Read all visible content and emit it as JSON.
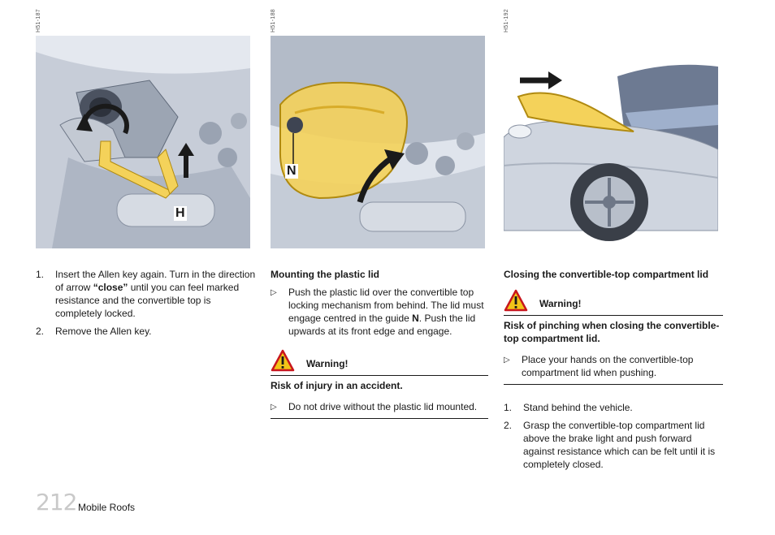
{
  "figures": [
    {
      "code": "H51-187",
      "label": "H"
    },
    {
      "code": "H51-188",
      "label": "N"
    },
    {
      "code": "H51-192"
    }
  ],
  "col1": {
    "steps": [
      {
        "num": "1.",
        "text_a": "Insert the Allen key again. Turn in the direction of arrow ",
        "bold": "“close”",
        "text_b": " until you can feel marked resistance and the convertible top is completely locked."
      },
      {
        "num": "2.",
        "text": "Remove the Allen key."
      }
    ]
  },
  "col2": {
    "heading": "Mounting the plastic lid",
    "bullet_a": "Push the plastic lid over the convertible top locking mechanism from behind. The lid must engage centred in the guide ",
    "bullet_bold": "N",
    "bullet_b": ". Push the lid upwards at its front edge and engage.",
    "warning_label": "Warning!",
    "warning_risk": "Risk of injury in an accident.",
    "warning_bullet": "Do not drive without the plastic lid mounted."
  },
  "col3": {
    "heading": "Closing the convertible-top compartment lid",
    "warning_label": "Warning!",
    "warning_risk": "Risk of pinching when closing the convertible-top compartment lid.",
    "warning_bullet": "Place your hands on the convertible-top compartment lid when pushing.",
    "steps": [
      {
        "num": "1.",
        "text": "Stand behind the vehicle."
      },
      {
        "num": "2.",
        "text": "Grasp the convertible-top compartment lid above the brake light and push forward against resistance which can be felt until it is completely closed."
      }
    ]
  },
  "footer": {
    "page_number": "212",
    "section": "Mobile Roofs"
  },
  "colors": {
    "warning_yellow": "#f2c418",
    "warning_red": "#c8161d",
    "highlight_yellow": "#f4d25a",
    "page_number_grey": "#c9c9c9"
  },
  "icons": {
    "triangle_bullet": "▷",
    "warning": "warning-triangle-icon"
  }
}
